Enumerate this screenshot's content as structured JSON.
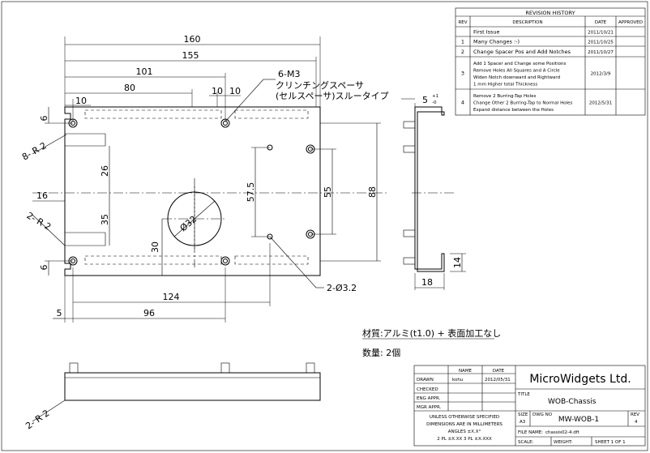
{
  "revision_history": {
    "heading": "REVISION HISTORY",
    "col_rev": "REV",
    "col_description": "DESCRIPTION",
    "col_date": "DATE",
    "col_approved": "APPROVED",
    "rows": [
      {
        "rev": "",
        "description": [
          "First Issue"
        ],
        "date": "2011/10/21"
      },
      {
        "rev": "1",
        "description": [
          "Many Changes :-)"
        ],
        "date": "2011/10/25"
      },
      {
        "rev": "2",
        "description": [
          "Change Spacer Pos and Add Notches"
        ],
        "date": "2011/10/27"
      },
      {
        "rev": "3",
        "description": [
          "Add 1 Spacer and Change some Positions",
          "Remove Holes All Squares and A Circle",
          "Widen Notch downward and Rightward",
          "1 mm Higher total Thickness"
        ],
        "date": "2012/3/9"
      },
      {
        "rev": "4",
        "description": [
          "Remove 2 Burring-Tap Holes",
          "Change Other 2 Burring-Tap to Normal Holes",
          "Expand distance between the Holes"
        ],
        "date": "2012/5/31"
      }
    ]
  },
  "dimensions": {
    "d160": "160",
    "d155": "155",
    "d101": "101",
    "d80": "80",
    "d10a": "10",
    "d10b": "10",
    "d10c": "10",
    "d6a": "6",
    "d6b": "6",
    "d26": "26",
    "d16": "16",
    "d35": "35",
    "d30": "30",
    "d57_5": "57.5",
    "d55": "55",
    "d88": "88",
    "d124": "124",
    "d96": "96",
    "d5": "5",
    "d5tol": "5",
    "d5tol_plus": "+1",
    "d5tol_minus": "-0",
    "d14": "14",
    "d18": "18",
    "dia32": "Ø32",
    "r8": "8- R 2",
    "r2a": "2- R 2",
    "r2b": "2- R 2",
    "hole_callout": "2-Ø3.2",
    "m3": "6-M3",
    "spacer_line1": "クリンチングスペーサ",
    "spacer_line2": "(セルスペーサ)スルータイプ"
  },
  "notes": {
    "material": "材質:アルミ(t1.0) + 表面加工なし",
    "quantity": "数量: 2個"
  },
  "title_block": {
    "col_name": "NAME",
    "col_date": "DATE",
    "drawn_label": "DRAWN",
    "drawn_name": "kohu",
    "drawn_date": "2012/05/31",
    "checked_label": "CHECKED",
    "eng_label": "ENG APPR.",
    "mgr_label": "MGR APPR.",
    "tolerance_lines": [
      "UNLESS OTHERWISE SPECIFIED",
      "DIMENSIONS ARE IN MILLIMETERS",
      "ANGLES ±X.X°",
      "2 PL ±X.XX 3 PL ±X.XXX"
    ],
    "company": "MicroWidgets Ltd.",
    "title_label": "TITLE",
    "title": "WOB-Chassis",
    "size_label": "SIZE",
    "size": "A3",
    "dwg_label": "DWG NO",
    "dwg_no": "MW-WOB-1",
    "rev_label": "REV",
    "rev": "4",
    "file_label": "FILE NAME:",
    "file_name": "chassis02-4.dft",
    "scale_label": "SCALE:",
    "weight_label": "WEIGHT:",
    "sheet": "SHEET 1 OF 1"
  }
}
